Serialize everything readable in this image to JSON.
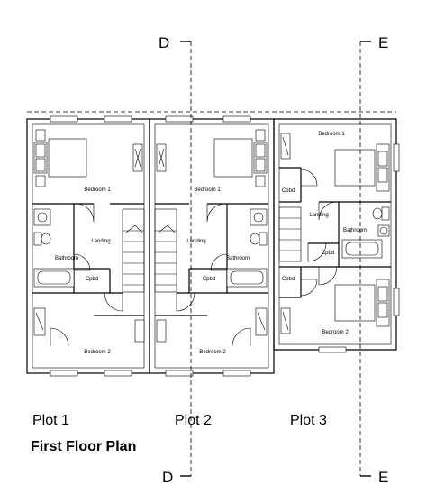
{
  "sections": {
    "d": "D",
    "e": "E"
  },
  "plots": [
    "Plot 1",
    "Plot 2",
    "Plot 3"
  ],
  "title": "First Floor Plan",
  "rooms": {
    "p1": {
      "bedroom1": "Bedroom 1",
      "landing": "Landing",
      "bathroom": "Bathroom",
      "cpbd": "Cpbd",
      "bedroom2": "Bedroom 2"
    },
    "p2": {
      "bedroom1": "Bedroom 1",
      "landing": "Landing",
      "bathroom": "Bathroom",
      "cpbd": "Cpbd",
      "bedroom2": "Bedroom 2"
    },
    "p3": {
      "bedroom1": "Bedroom 1",
      "cpbd_top": "Cpbd",
      "landing": "Landing",
      "cpbd_mid": "Cpbd",
      "bathroom": "Bathroom",
      "cpbd_low": "Cpbd",
      "bedroom2": "Bedroom 2"
    }
  }
}
